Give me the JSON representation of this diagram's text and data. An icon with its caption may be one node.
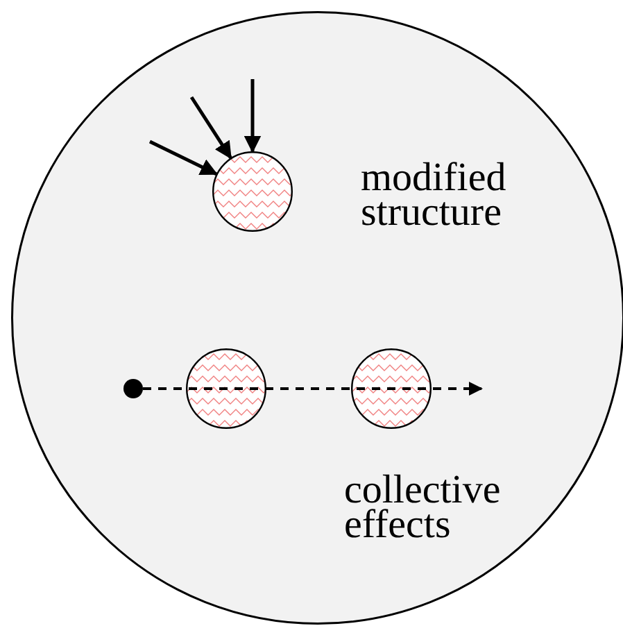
{
  "diagram": {
    "nodes": [
      {
        "text": [],
        "shape": "circle"
      },
      {
        "text": [],
        "shape": "circle",
        "in": 0
      },
      {
        "text": [],
        "shape": "circle",
        "in": 0
      },
      {
        "text": [],
        "shape": "circle",
        "in": 0
      },
      {
        "text": [],
        "shape": "circle",
        "in": 0
      }
    ],
    "edges": [
      {
        "from": null,
        "to": 1,
        "arrow": "to"
      },
      {
        "from": null,
        "to": 1,
        "arrow": "to"
      },
      {
        "from": null,
        "to": 1,
        "arrow": "to"
      },
      {
        "from": 2,
        "to": null,
        "arrow": "to",
        "style": "dashed"
      }
    ],
    "labels": [
      "modified structure",
      "collective effects"
    ]
  }
}
